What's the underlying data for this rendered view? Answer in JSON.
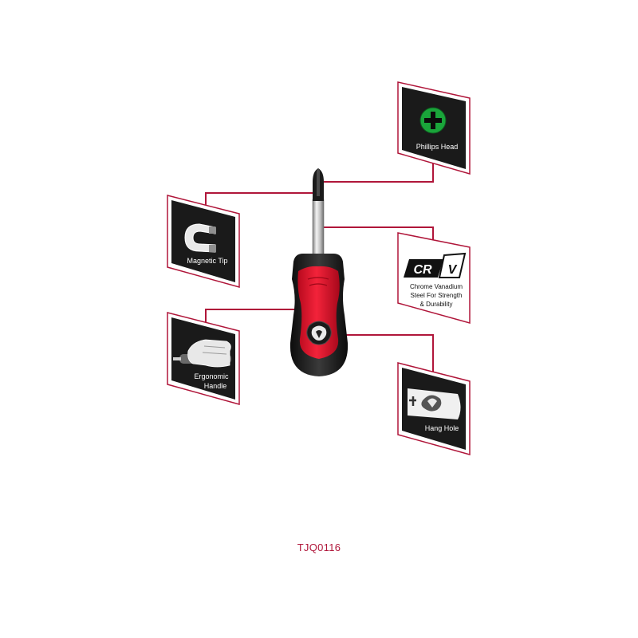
{
  "product_code": "TJQ0116",
  "features": {
    "phillips": {
      "label": "Phillips Head",
      "icon": "phillips-cross-icon"
    },
    "magnetic": {
      "label": "Magnetic Tip",
      "icon": "magnet-icon"
    },
    "crv": {
      "badge_left": "CR",
      "badge_right": "V",
      "lines": [
        "Chrome Vanadium",
        "Steel For Strength",
        "& Durability"
      ],
      "icon": "crv-badge-icon"
    },
    "ergonomic": {
      "lines": [
        "Ergonomic",
        "Handle"
      ],
      "icon": "hand-grip-icon"
    },
    "hang": {
      "label": "Hang Hole",
      "icon": "hang-hole-icon"
    }
  },
  "colors": {
    "accent_red": "#b0163a",
    "panel_dark": "#1a1a1a",
    "handle_red": "#e4102a",
    "handle_black": "#161616",
    "phillips_green": "#1aa43a"
  }
}
